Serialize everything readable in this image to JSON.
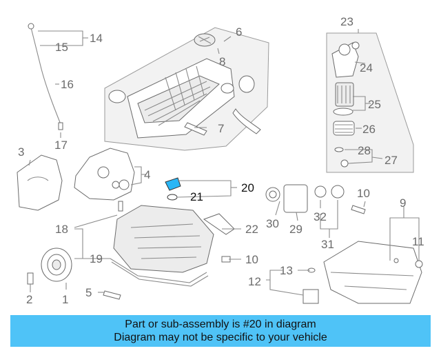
{
  "callouts": {
    "c1": "1",
    "c2": "2",
    "c3": "3",
    "c4": "4",
    "c5": "5",
    "c6": "6",
    "c7": "7",
    "c8": "8",
    "c9": "9",
    "c10a": "10",
    "c10b": "10",
    "c11": "11",
    "c12": "12",
    "c13": "13",
    "c14": "14",
    "c15": "15",
    "c16": "16",
    "c17": "17",
    "c18": "18",
    "c19": "19",
    "c20": "20",
    "c21": "21",
    "c22": "22",
    "c23": "23",
    "c24": "24",
    "c25": "25",
    "c26": "26",
    "c27": "27",
    "c28": "28",
    "c29": "29",
    "c30": "30",
    "c31": "31",
    "c32": "32"
  },
  "highlighted_part": "20",
  "colors": {
    "banner": "#4fc3f7",
    "highlight_part": "#29b6f6"
  },
  "banner": {
    "line1": "Part or sub-assembly is #20 in diagram",
    "line2": "Diagram may not be specific to your vehicle"
  }
}
